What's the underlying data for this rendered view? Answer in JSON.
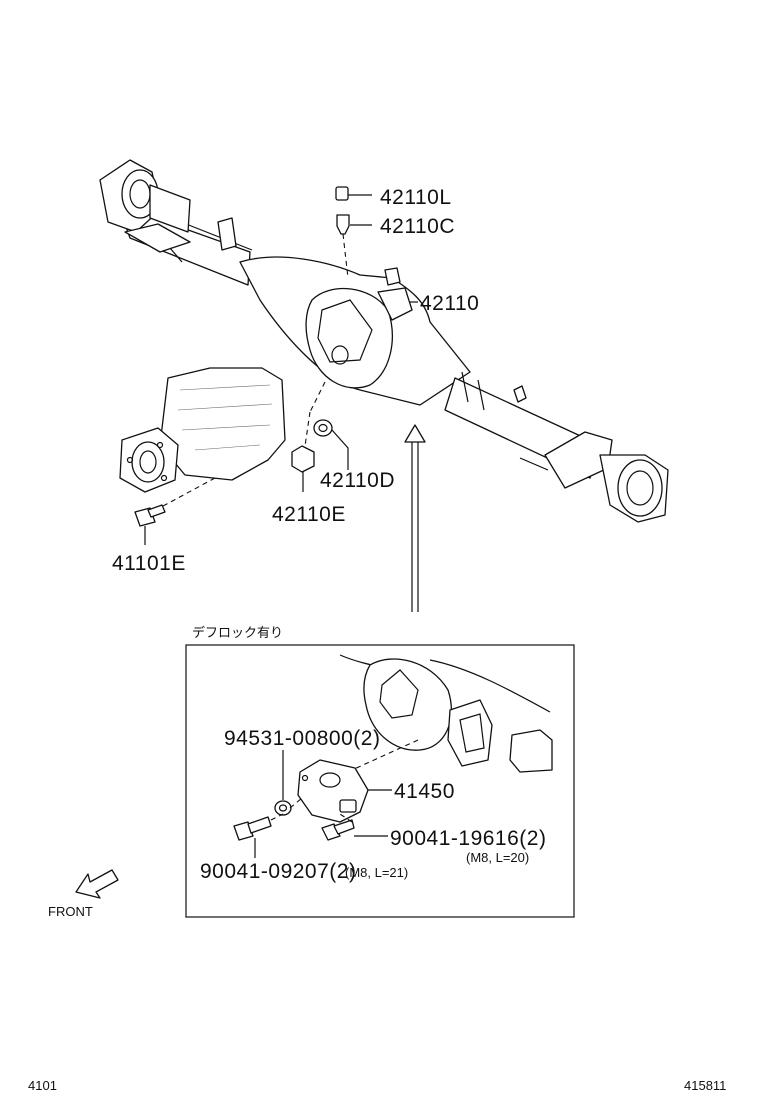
{
  "parts": {
    "p42110L": "42110L",
    "p42110C": "42110C",
    "p42110": "42110",
    "p42110D": "42110D",
    "p42110E": "42110E",
    "p41101E": "41101E",
    "p94531": "94531-00800(2)",
    "p41450": "41450",
    "p90041_19616": "90041-19616(2)",
    "p90041_19616_spec": "(M8, L=20)",
    "p90041_09207": "90041-09207(2)",
    "p90041_09207_spec": "(M8, L=21)"
  },
  "inset": {
    "caption": "デフロック有り"
  },
  "front_label": "FRONT",
  "footer": {
    "left_code": "4101",
    "right_code": "415811"
  }
}
